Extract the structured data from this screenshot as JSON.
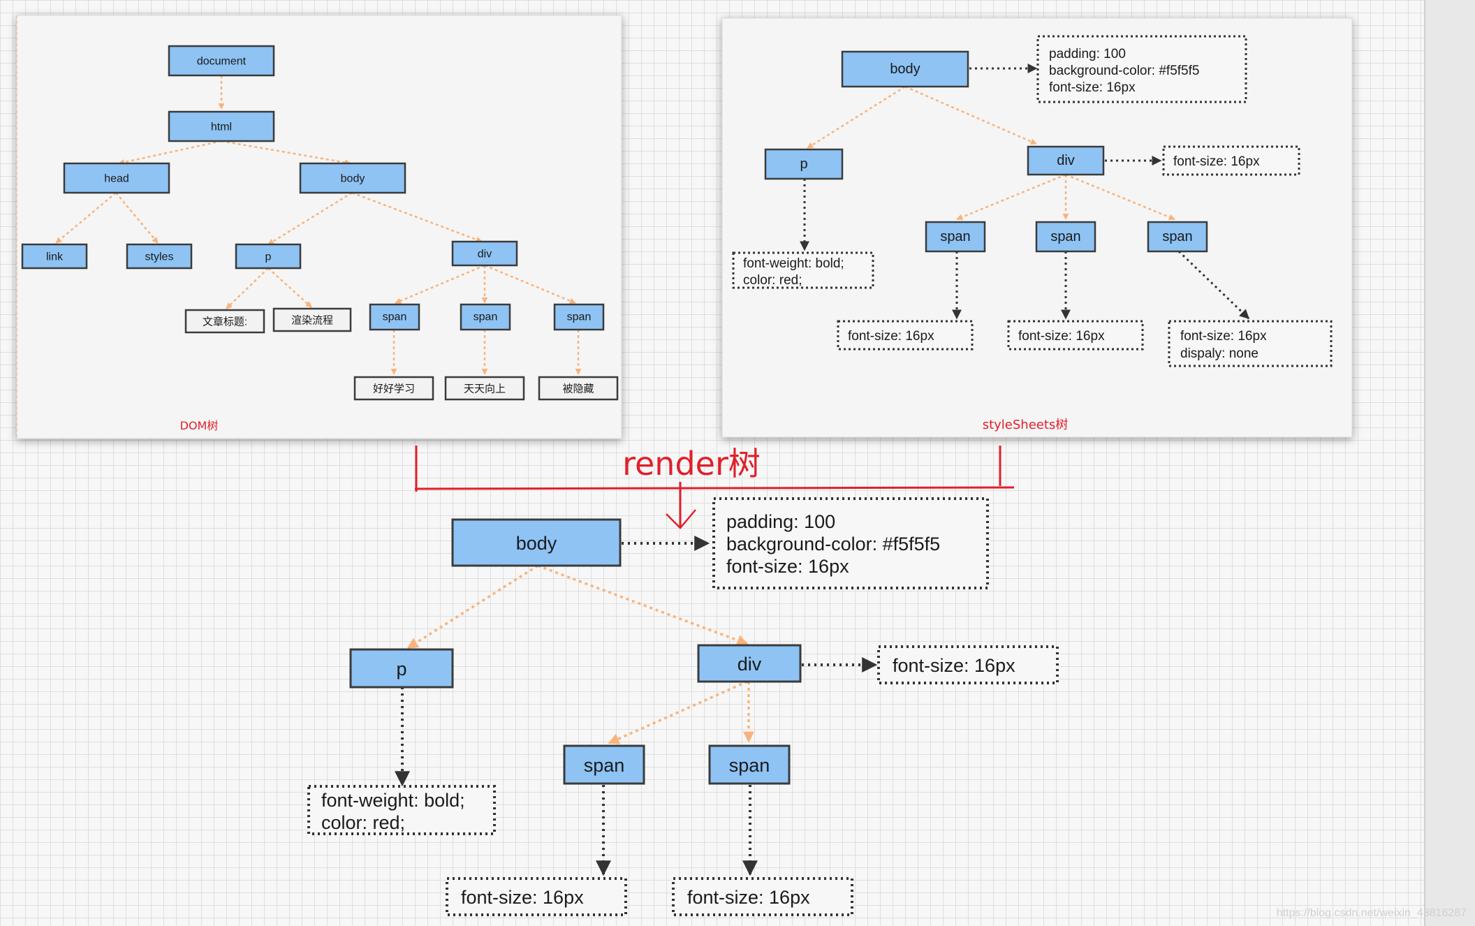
{
  "colors": {
    "node_fill": "#8ec3f4",
    "node_stroke": "#3b3b3b",
    "edge_orange": "#f8b37c",
    "edge_dark": "#333333",
    "red": "#e0202a",
    "text_box_fill": "#f2f2f2"
  },
  "dom_tree": {
    "title": "DOM树",
    "nodes": {
      "document": "document",
      "html": "html",
      "head": "head",
      "body": "body",
      "link": "link",
      "styles": "styles",
      "p": "p",
      "div": "div",
      "span1": "span",
      "span2": "span",
      "span3": "span",
      "t_title": "文章标题:",
      "t_render": "渲染流程",
      "t_study": "好好学习",
      "t_up": "天天向上",
      "t_hidden": "被隐藏"
    }
  },
  "style_tree": {
    "title": "styleSheets树",
    "nodes": {
      "body": "body",
      "p": "p",
      "div": "div",
      "span1": "span",
      "span2": "span",
      "span3": "span"
    },
    "styles": {
      "body": [
        "padding: 100",
        "background-color: #f5f5f5",
        "font-size: 16px"
      ],
      "p": [
        "font-weight: bold;",
        "color: red;"
      ],
      "div": [
        "font-size: 16px"
      ],
      "span1": [
        "font-size: 16px"
      ],
      "span2": [
        "font-size: 16px"
      ],
      "span3": [
        "font-size: 16px",
        "dispaly: none"
      ]
    }
  },
  "render_tree": {
    "title": "render树",
    "nodes": {
      "body": "body",
      "p": "p",
      "div": "div",
      "span1": "span",
      "span2": "span"
    },
    "styles": {
      "body": [
        "padding: 100",
        "background-color: #f5f5f5",
        "font-size: 16px"
      ],
      "p": [
        "font-weight: bold;",
        "color: red;"
      ],
      "div": [
        "font-size: 16px"
      ],
      "span1": [
        "font-size: 16px"
      ],
      "span2": [
        "font-size: 16px"
      ]
    }
  },
  "watermark": "https://blog.csdn.net/weixin_43816287"
}
